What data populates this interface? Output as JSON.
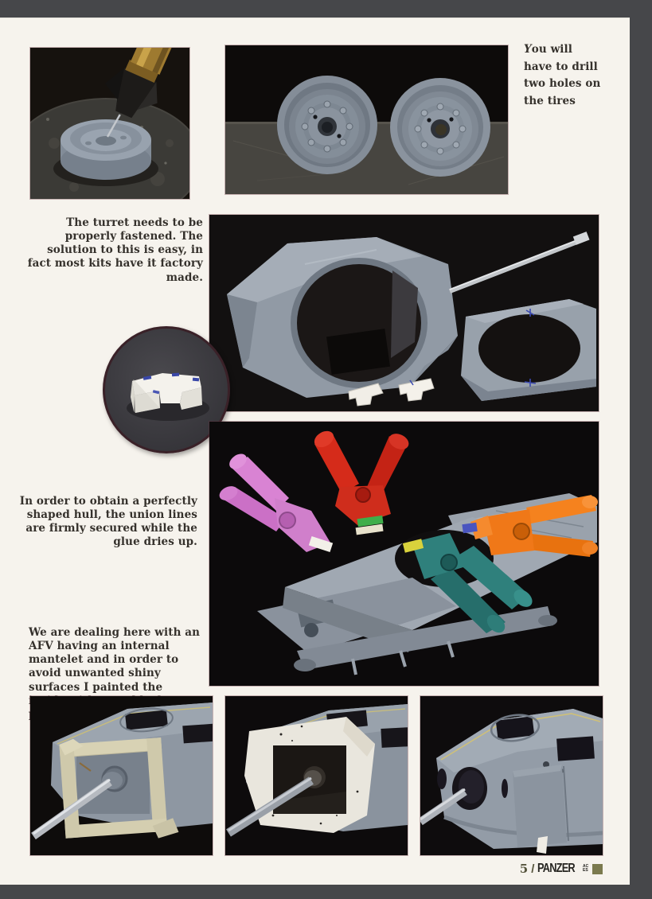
{
  "page": {
    "number": "5",
    "separator": "/",
    "magazine_name": "PANZER",
    "magazine_suffix": "ACES",
    "colors": {
      "paper": "#f6f3ed",
      "frame": "#46474a",
      "accent_olive": "#7b7a4e",
      "caption_text": "#35312c"
    }
  },
  "captions": {
    "tires": "You will have to drill two holes on the tires",
    "turret": "The turret needs to be properly fastened. The solution to this is easy, in fact most kits have it factory made.",
    "hull": "In order to obtain a perfectly shaped hull, the union lines are firmly secured while the glue dries up.",
    "mantelet": "We are dealing here with an AFV having an internal mantelet and in order to avoid unwanted shiny surfaces I painted the inside with matt black paint."
  },
  "photos": {
    "drilling": {
      "description": "Drilling a hole in a grey road wheel with a brass pin vise on a dark cutting mat"
    },
    "wheels": {
      "description": "Two grey road wheels with bolted hubs and drilled holes, standing on a dark shelf"
    },
    "turret_parts": {
      "description": "Open grey turret shell with metal gun barrel and hull top plate with turret ring opening"
    },
    "inset_resin": {
      "description": "White resin locking part with blue alignment marks on dark background"
    },
    "clamped_hull": {
      "description": "Grey hull with pink, red, orange and teal spring clamps holding union lines while glue dries"
    },
    "masked_turret_1": {
      "description": "Turret front masked with tape frame around the mantlet opening, metal barrel fitted"
    },
    "masked_turret_2": {
      "description": "Masked turret sprayed with matt black paint inside the mantlet opening"
    },
    "turret_unmasked": {
      "description": "Turret with internal mantelet after unmasking, barrel through ball mount"
    }
  }
}
